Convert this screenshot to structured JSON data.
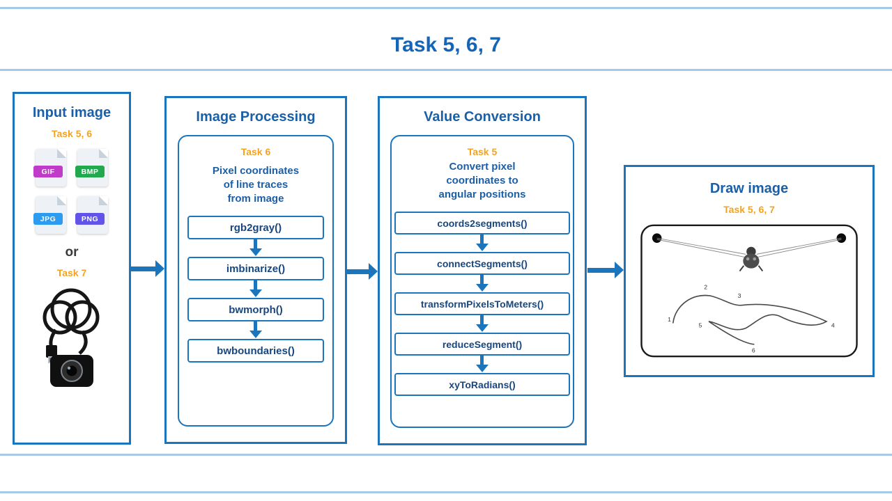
{
  "title": "Task 5, 6, 7",
  "colors": {
    "accent_blue": "#1b75bc",
    "heading_blue": "#1a5fa8",
    "orange": "#f5a21c",
    "divider_blue": "#a6c9ea",
    "format_gif": "#c03cc8",
    "format_bmp": "#22a84e",
    "format_jpg": "#2d9bf0",
    "format_png": "#6254e8"
  },
  "icons": {
    "webcam": "usb-webcam-photo",
    "flow_arrow": "right-arrow",
    "step_arrow": "down-arrow",
    "file": "document-file-icon"
  },
  "input": {
    "title": "Input image",
    "task_label": "Task 5, 6",
    "formats": [
      {
        "label": "GIF"
      },
      {
        "label": "BMP"
      },
      {
        "label": "JPG"
      },
      {
        "label": "PNG"
      }
    ],
    "or_label": "or",
    "task7_label": "Task 7"
  },
  "processing": {
    "title": "Image Processing",
    "task_label": "Task 6",
    "description": [
      "Pixel coordinates",
      "of line traces",
      "from image"
    ],
    "steps": [
      "rgb2gray()",
      "imbinarize()",
      "bwmorph()",
      "bwboundaries()"
    ]
  },
  "conversion": {
    "title": "Value Conversion",
    "task_label": "Task 5",
    "description": [
      "Convert pixel",
      "coordinates to",
      "angular positions"
    ],
    "steps": [
      "coords2segments()",
      "connectSegments()",
      "transformPixelsToMeters()",
      "reduceSegment()",
      "xyToRadians()"
    ]
  },
  "draw": {
    "title": "Draw image",
    "task_label": "Task 5, 6, 7",
    "sketch_numbers": [
      "1",
      "2",
      "3",
      "4",
      "5",
      "6"
    ]
  }
}
